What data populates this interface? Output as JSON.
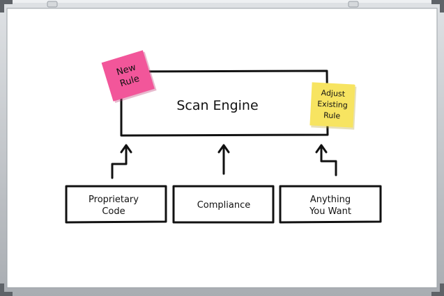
{
  "colors": {
    "board": "#ffffff",
    "frame": "#bfc3c7",
    "corner": "#5f6368",
    "ink": "#111111",
    "note_pink": "#f2569a",
    "note_yellow": "#f7e461"
  },
  "diagram": {
    "engine": {
      "label": "Scan Engine"
    },
    "inputs": [
      {
        "lines": [
          "Proprietary",
          "Code"
        ]
      },
      {
        "lines": [
          "Compliance"
        ]
      },
      {
        "lines": [
          "Anything",
          "You Want"
        ]
      }
    ],
    "notes": {
      "new_rule": {
        "lines": [
          "New",
          "Rule"
        ]
      },
      "adjust_rule": {
        "lines": [
          "Adjust",
          "Existing",
          "Rule"
        ]
      }
    }
  }
}
